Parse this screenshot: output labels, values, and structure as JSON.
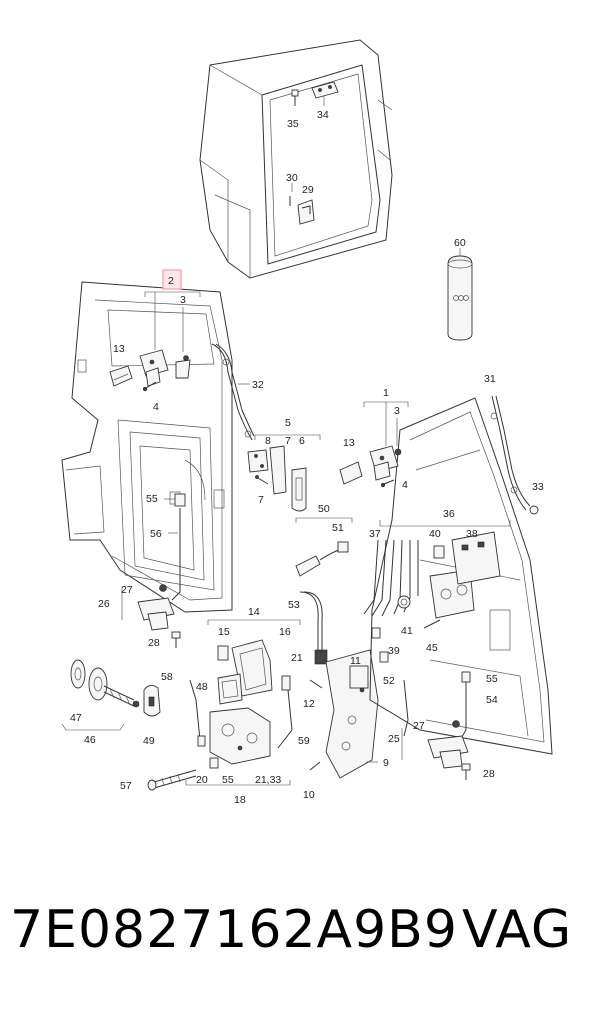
{
  "footer": {
    "part_number": "7E0827162A9B9",
    "brand": "VAG"
  },
  "highlight_color": "#f2a0a5",
  "labels": {
    "l2": "2",
    "l3a": "3",
    "l3b": "3",
    "l1": "1",
    "l4a": "4",
    "l4b": "4",
    "l5": "5",
    "l6": "6",
    "l7a": "7",
    "l7b": "7",
    "l8": "8",
    "l9": "9",
    "l10": "10",
    "l11": "11",
    "l12": "12",
    "l13a": "13",
    "l13b": "13",
    "l14": "14",
    "l15": "15",
    "l16": "16",
    "l18": "18",
    "l20": "20",
    "l21": "21",
    "l2133": "21,33",
    "l25": "25",
    "l26": "26",
    "l27a": "27",
    "l27b": "27",
    "l28a": "28",
    "l28b": "28",
    "l29": "29",
    "l30": "30",
    "l31": "31",
    "l32": "32",
    "l33": "33",
    "l34": "34",
    "l35": "35",
    "l36": "36",
    "l37": "37",
    "l38": "38",
    "l39": "39",
    "l40": "40",
    "l41": "41",
    "l45": "45",
    "l46": "46",
    "l47": "47",
    "l48": "48",
    "l49": "49",
    "l50": "50",
    "l51": "51",
    "l52": "52",
    "l53": "53",
    "l54": "54",
    "l55a": "55",
    "l55b": "55",
    "l55c": "55",
    "l56": "56",
    "l57": "57",
    "l58": "58",
    "l59": "59",
    "l60": "60"
  }
}
